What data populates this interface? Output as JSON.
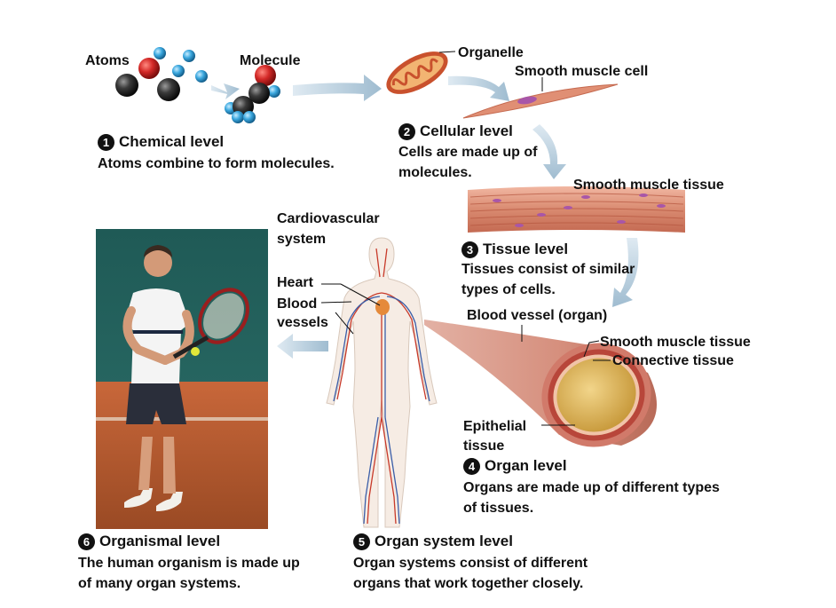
{
  "levels": [
    {
      "num": "1",
      "title": "Chemical level",
      "desc": [
        "Atoms combine to form molecules."
      ]
    },
    {
      "num": "2",
      "title": "Cellular level",
      "desc": [
        "Cells are made up of",
        "molecules."
      ]
    },
    {
      "num": "3",
      "title": "Tissue level",
      "desc": [
        "Tissues consist of similar",
        "types of cells."
      ]
    },
    {
      "num": "4",
      "title": "Organ level",
      "desc": [
        "Organs are made up of different types",
        "of tissues."
      ]
    },
    {
      "num": "5",
      "title": "Organ system level",
      "desc": [
        "Organ systems consist of different",
        "organs that work together closely."
      ]
    },
    {
      "num": "6",
      "title": "Organismal level",
      "desc": [
        "The human organism is made up",
        "of many organ systems."
      ]
    }
  ],
  "labels": {
    "atoms": "Atoms",
    "molecule": "Molecule",
    "organelle": "Organelle",
    "smooth_muscle_cell": "Smooth muscle cell",
    "smooth_muscle_tissue": "Smooth muscle tissue",
    "cardiovascular": [
      "Cardiovascular",
      "system"
    ],
    "heart": "Heart",
    "blood_vessels": [
      "Blood",
      "vessels"
    ],
    "blood_vessel_organ": "Blood vessel (organ)",
    "smooth_muscle_tissue_2": "Smooth muscle tissue",
    "connective_tissue": "Connective tissue",
    "epithelial_tissue": [
      "Epithelial",
      "tissue"
    ]
  },
  "colors": {
    "arrow": "#9fbcd0",
    "atom_red": "#d42a28",
    "atom_black": "#2a2a2a",
    "atom_blue": "#3aa7de",
    "muscle": "#d98a70",
    "vessel_red": "#c83a2a",
    "vessel_blue": "#3b5ea8"
  }
}
